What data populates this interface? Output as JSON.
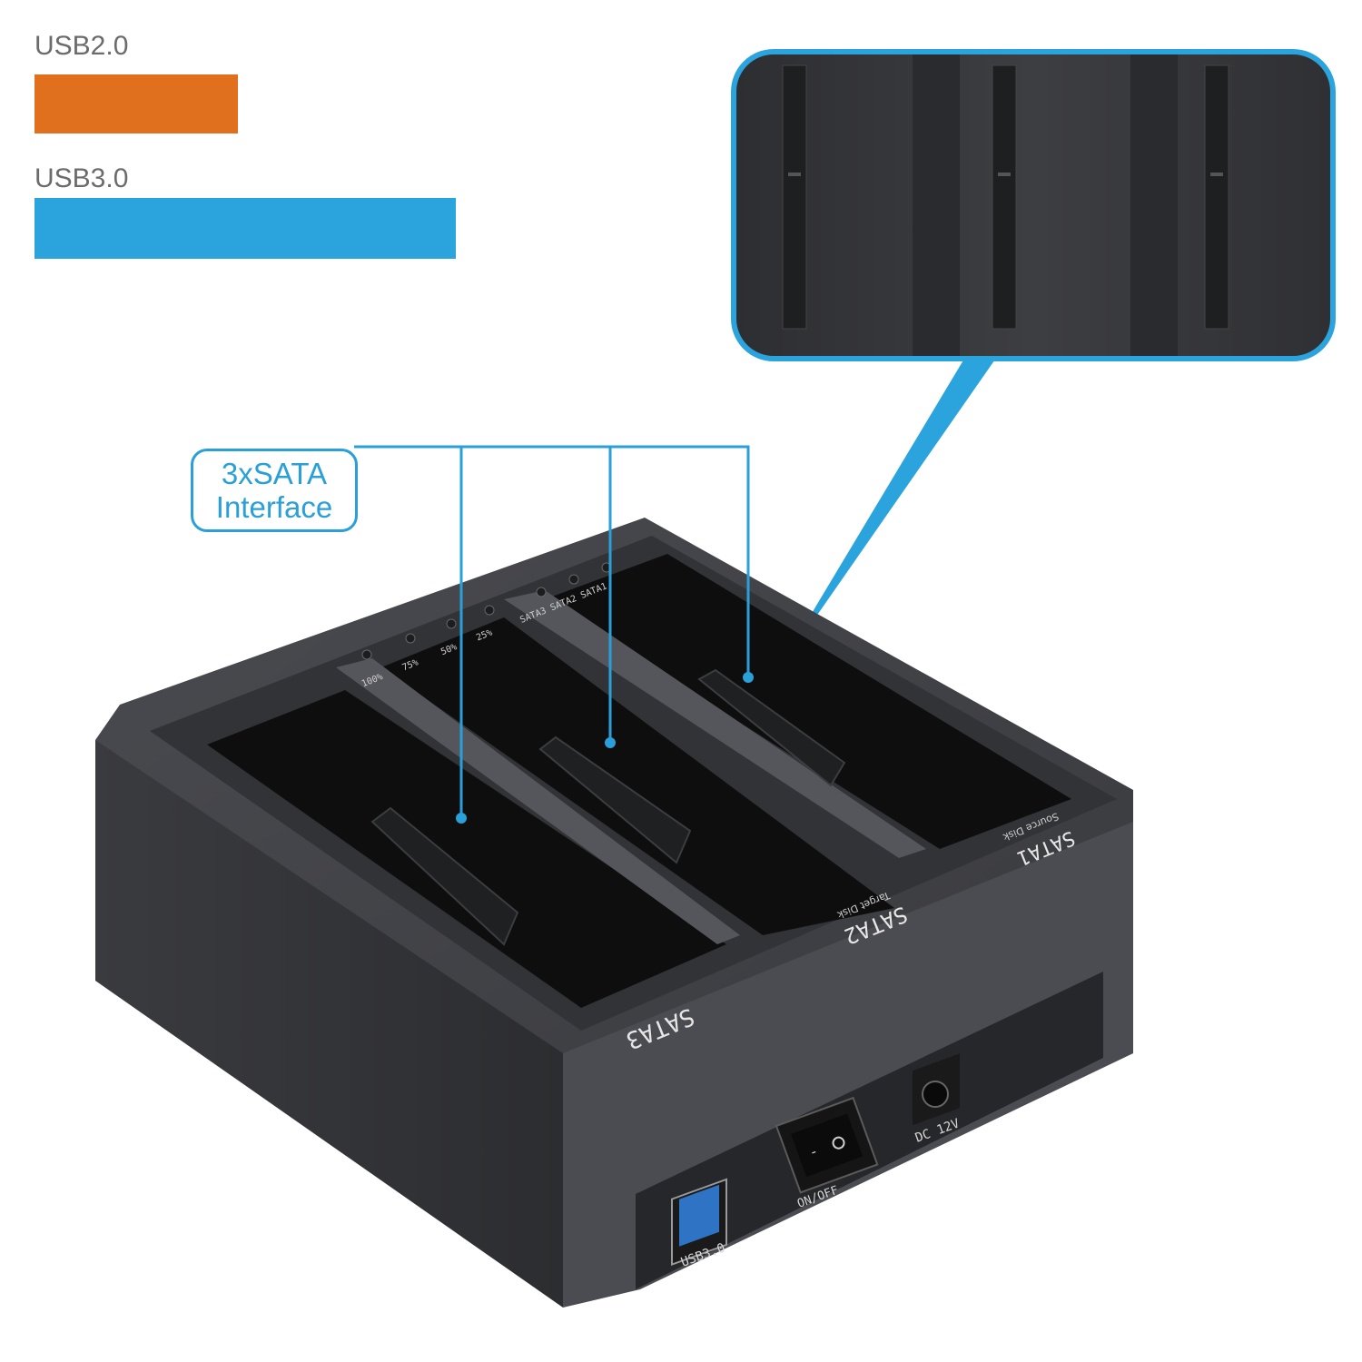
{
  "legend": {
    "usb2": {
      "label": "USB2.0",
      "color": "#e0701e"
    },
    "usb3": {
      "label": "USB3.0",
      "color": "#2ba3dd"
    }
  },
  "callout": {
    "line1": "3xSATA",
    "line2": "Interface",
    "color": "#2a9fd8"
  },
  "device": {
    "slot_labels": {
      "sata1": "SATA1",
      "sata1_sub": "Source Disk",
      "sata2": "SATA2",
      "sata2_sub": "Target Disk",
      "sata3": "SATA3"
    },
    "led_labels": [
      "100%",
      "75%",
      "50%",
      "25%",
      "SATA3",
      "SATA2",
      "SATA1"
    ],
    "ports": {
      "usb": "USB3.0",
      "switch": "ON/OFF",
      "dc": "DC 12V"
    }
  }
}
